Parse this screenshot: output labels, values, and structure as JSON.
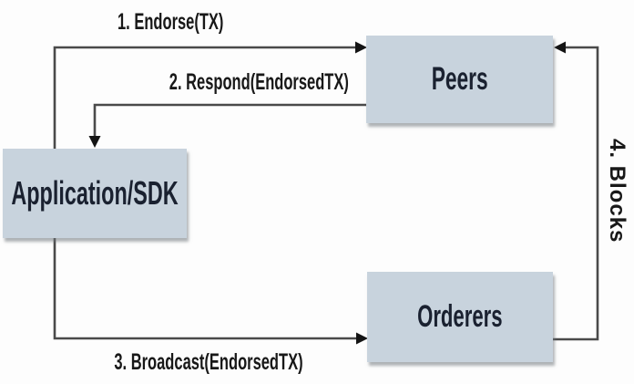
{
  "diagram": {
    "type": "flow",
    "background": "#fdfdfd",
    "colors": {
      "node_fill": "#c8d3dd",
      "node_text": "#1a2130",
      "connector_line": "#4a4a4a",
      "arrowhead": "#141414",
      "edge_label_text": "#181818"
    },
    "nodes": [
      {
        "id": "application-sdk",
        "label": "Application/SDK"
      },
      {
        "id": "peers",
        "label": "Peers"
      },
      {
        "id": "orderers",
        "label": "Orderers"
      }
    ],
    "edges": [
      {
        "step": 1,
        "label": "1. Endorse(TX)",
        "from": "application-sdk",
        "to": "peers"
      },
      {
        "step": 2,
        "label": "2. Respond(EndorsedTX)",
        "from": "peers",
        "to": "application-sdk"
      },
      {
        "step": 3,
        "label": "3. Broadcast(EndorsedTX)",
        "from": "application-sdk",
        "to": "orderers"
      },
      {
        "step": 4,
        "label": "4. Blocks",
        "from": "orderers",
        "to": "peers"
      }
    ]
  }
}
